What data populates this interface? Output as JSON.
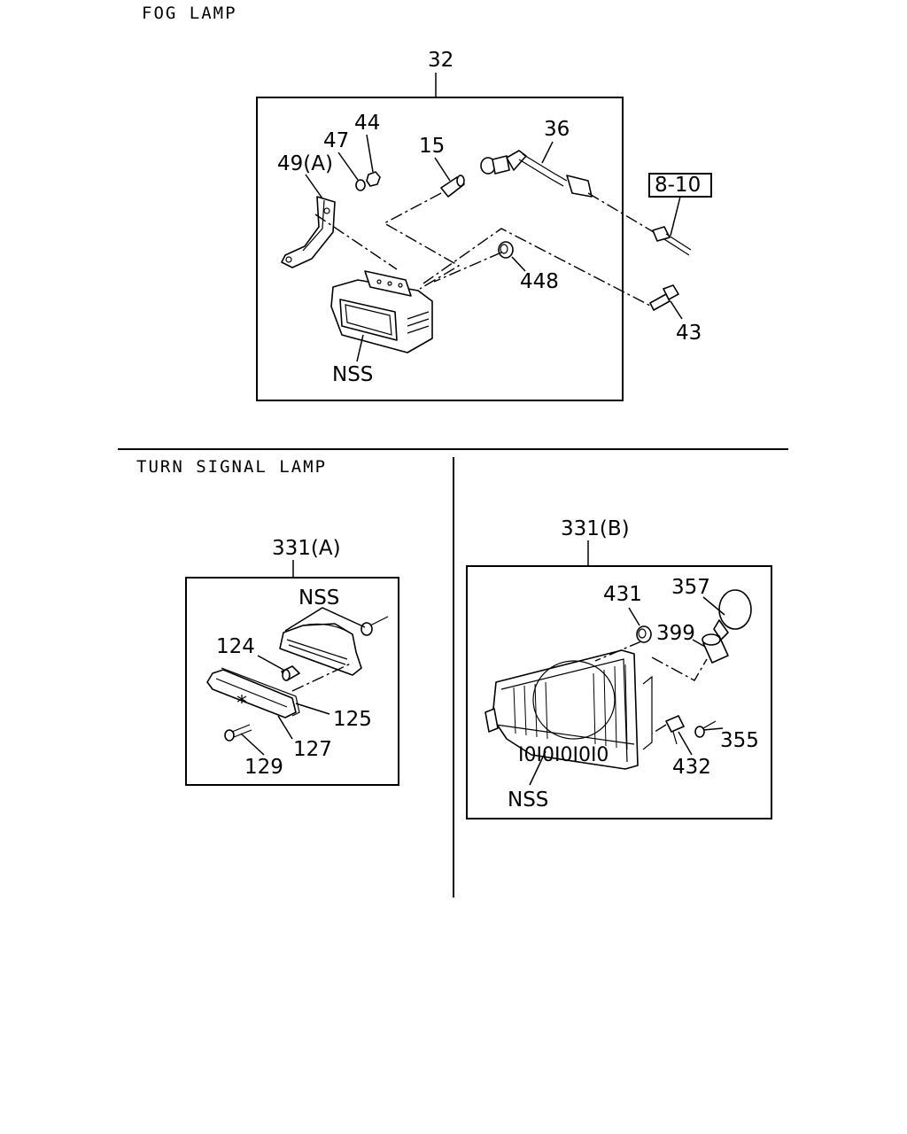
{
  "fog_section": {
    "title": "FOG LAMP",
    "assembly_ref": "32",
    "callouts": {
      "bracket": "49(A)",
      "washer": "47",
      "nut": "44",
      "bulb": "15",
      "harness": "36",
      "grommet": "448",
      "bolt": "43",
      "lamp_body": "NSS"
    },
    "cross_ref": "8-10"
  },
  "turn_section": {
    "title": "TURN SIGNAL LAMP",
    "variant_a": {
      "assembly_ref": "331(A)",
      "callouts": {
        "housing": "NSS",
        "bulb": "124",
        "gasket": "125",
        "lens": "127",
        "screw": "129"
      }
    },
    "variant_b": {
      "assembly_ref": "331(B)",
      "callouts": {
        "bulb": "357",
        "retainer": "431",
        "socket": "399",
        "screw": "355",
        "clip": "432",
        "housing": "NSS"
      }
    }
  }
}
